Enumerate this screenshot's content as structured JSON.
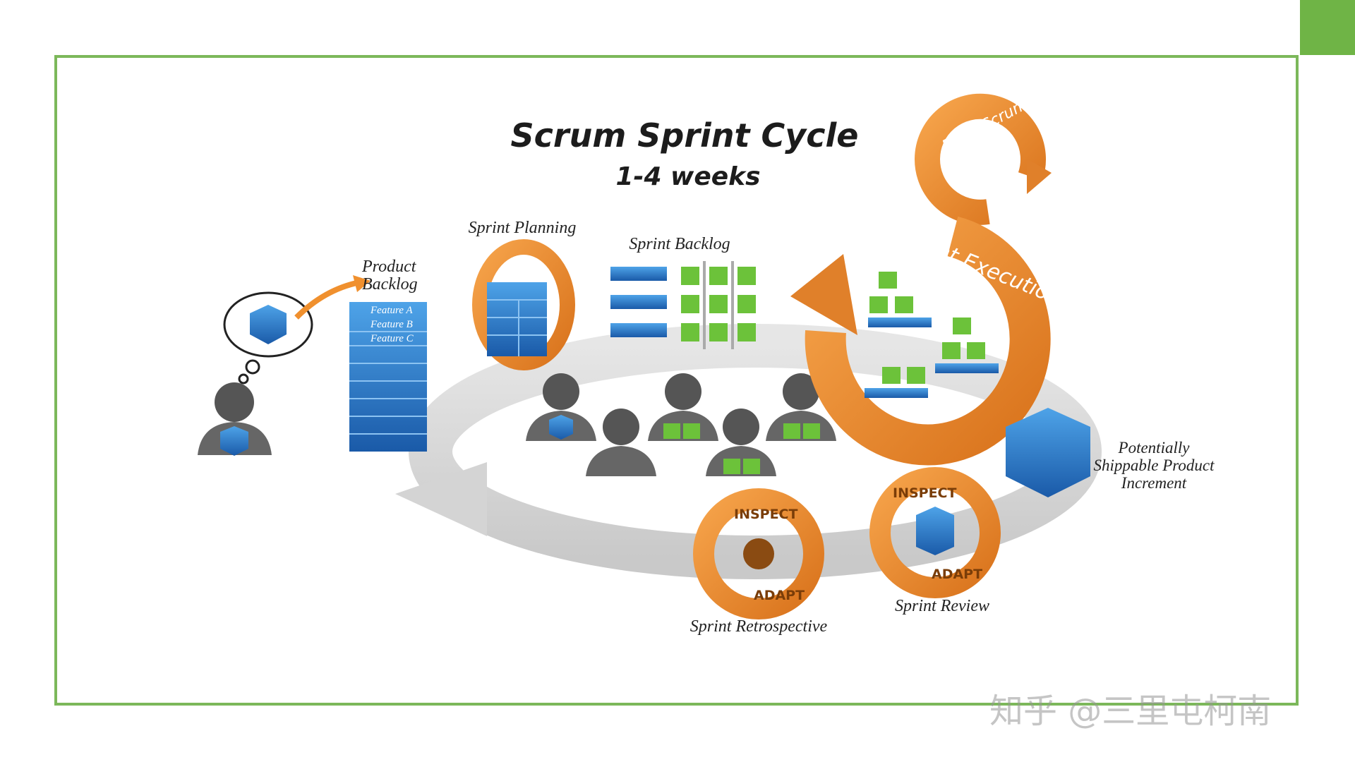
{
  "diagram": {
    "title": "Scrum Sprint Cycle",
    "subtitle": "1-4 weeks",
    "labels": {
      "product_backlog_line1": "Product",
      "product_backlog_line2": "Backlog",
      "sprint_planning": "Sprint Planning",
      "sprint_backlog": "Sprint Backlog",
      "daily_scrum": "Daily Scrum",
      "sprint_execution": "Sprint Execution",
      "increment_line1": "Potentially",
      "increment_line2": "Shippable Product",
      "increment_line3": "Increment",
      "sprint_review": "Sprint Review",
      "sprint_retrospective": "Sprint Retrospective"
    },
    "features": [
      "Feature A",
      "Feature B",
      "Feature C"
    ],
    "badge_top": "INSPECT",
    "badge_bottom": "ADAPT"
  },
  "watermark": "知乎 @三里屯柯南",
  "colors": {
    "accent_green": "#7cb85a",
    "orange": "#f0902e",
    "blue": "#2b78c6",
    "cube_green": "#6cc23a",
    "ring_gray": "#d8d8d8"
  }
}
